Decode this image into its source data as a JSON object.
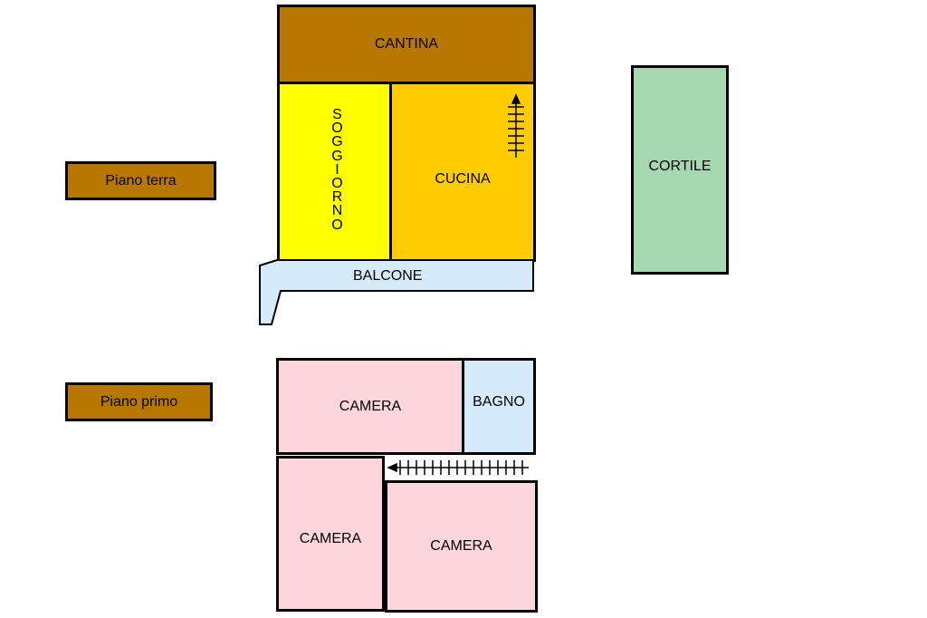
{
  "colors": {
    "floor_label": "#b87800",
    "cantina": "#b87800",
    "soggiorno": "#ffff00",
    "cucina": "#ffcc00",
    "balcone": "#d6ebfa",
    "cortile": "#a6d8b1",
    "camera": "#fcd6dc",
    "bagno": "#d6ebfa"
  },
  "floors": {
    "ground_label": "Piano terra",
    "first_label": "Piano primo"
  },
  "rooms": {
    "cantina": "CANTINA",
    "soggiorno": [
      "S",
      "O",
      "G",
      "G",
      "I",
      "O",
      "R",
      "N",
      "O"
    ],
    "cucina": "CUCINA",
    "balcone": "BALCONE",
    "cortile": "CORTILE",
    "camera_top": "CAMERA",
    "bagno": "BAGNO",
    "camera_bottom_left": "CAMERA",
    "camera_bottom_right": "CAMERA"
  },
  "icons": {
    "ground_stairs": "stairs-arrow-up-icon",
    "first_stairs": "stairs-arrow-left-icon"
  }
}
